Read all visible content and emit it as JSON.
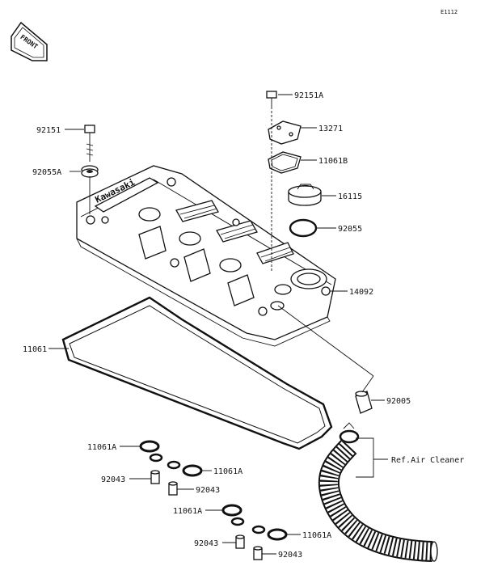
{
  "diagram": {
    "code": "E1112",
    "front_badge": "FRONT",
    "brand_text": "Kawasaki",
    "ref_note": "Ref.Air Cleaner",
    "labels": {
      "l92151a": "92151A",
      "l13271": "13271",
      "l11061b": "11061B",
      "l16115": "16115",
      "l92055": "92055",
      "l14092": "14092",
      "l92151": "92151",
      "l92055a": "92055A",
      "l11061": "11061",
      "l92005": "92005",
      "l11061a_1": "11061A",
      "l92043_1": "92043",
      "l11061a_2": "11061A",
      "l92043_2": "92043",
      "l11061a_3": "11061A",
      "l92043_3": "92043",
      "l11061a_4": "11061A",
      "l92043_4": "92043"
    }
  }
}
